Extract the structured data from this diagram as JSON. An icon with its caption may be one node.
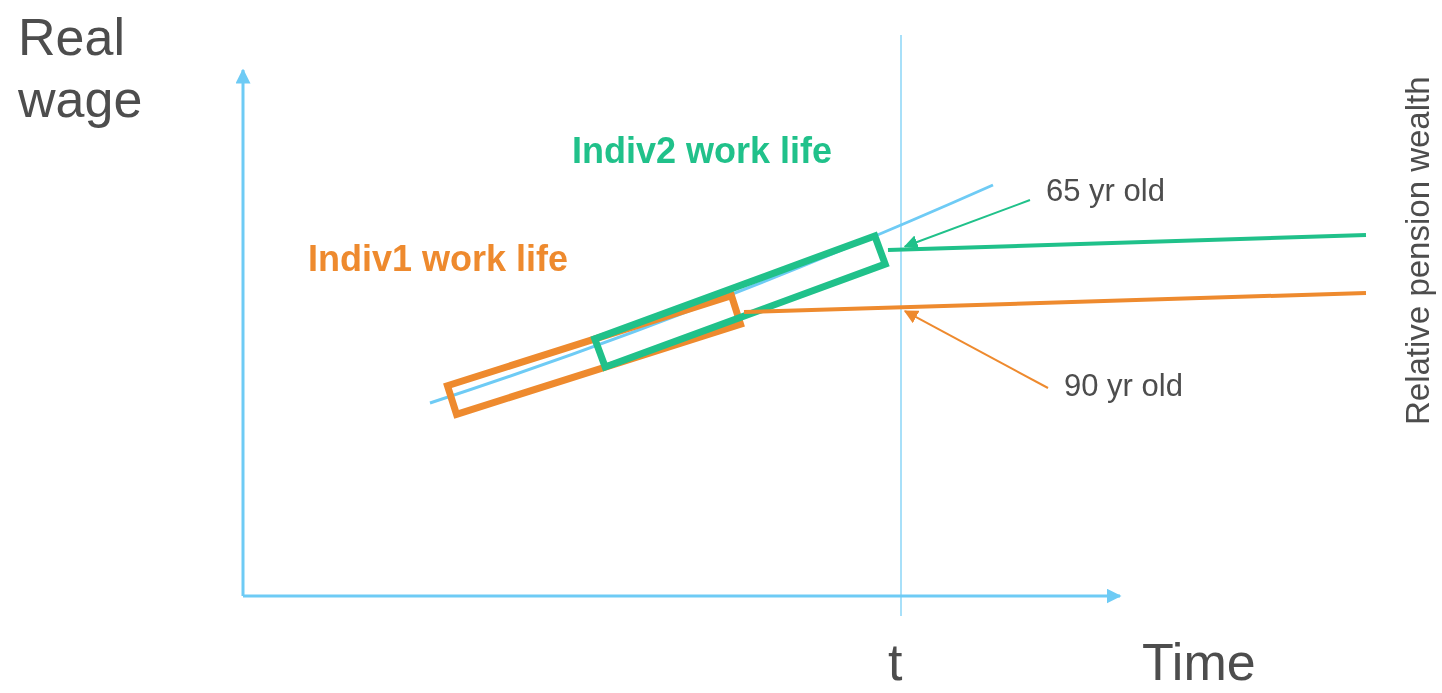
{
  "diagram": {
    "nodes": [
      {
        "text": [
          "Indiv2 work life"
        ]
      },
      {
        "text": [
          "Indiv1 work life"
        ]
      },
      {
        "text": [
          "65 yr old"
        ]
      },
      {
        "text": [
          "90 yr old"
        ]
      },
      {
        "text": [],
        "shape": "box"
      },
      {
        "text": [],
        "shape": "box"
      },
      {
        "text": [],
        "shape": "line"
      },
      {
        "text": [],
        "shape": "line"
      }
    ],
    "edges": [
      {
        "from": 2,
        "to": 6,
        "arrow": "to",
        "color": "#20c18a"
      },
      {
        "from": 3,
        "to": 7,
        "arrow": "to",
        "color": "#ee8a2e"
      }
    ],
    "labels": [
      "Real wage",
      "Relative pension wealth",
      "t",
      "Time"
    ]
  }
}
